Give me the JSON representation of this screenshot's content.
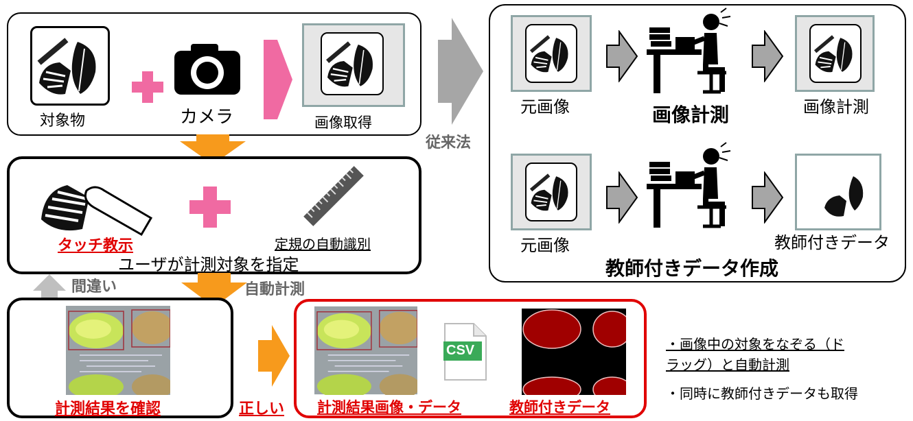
{
  "capture": {
    "object_label": "対象物",
    "camera_label": "カメラ",
    "acquired_label": "画像取得"
  },
  "conventional": {
    "method_label": "従来法",
    "row1": {
      "source_label": "元画像",
      "action_label": "画像計測",
      "result_label": "画像計測"
    },
    "row2": {
      "source_label": "元画像",
      "result_label": "教師付きデータ"
    },
    "footer_label": "教師付きデータ作成"
  },
  "user_input": {
    "touch_label": "タッチ教示",
    "ruler_label": "定規の自動識別",
    "caption": "ユーザが計測対象を指定"
  },
  "flow": {
    "wrong_label": "間違い",
    "auto_label": "自動計測",
    "correct_label": "正しい"
  },
  "confirm": {
    "label": "計測結果を確認"
  },
  "output": {
    "result_label": "計測結果画像・データ",
    "teacher_label": "教師付きデータ",
    "csv_text": "CSV"
  },
  "notes": {
    "line1a": "・画像中の対象をなぞる（ド",
    "line1b": "ラッグ）と自動計測",
    "line2": "・同時に教師付きデータも取得"
  },
  "colors": {
    "orange": "#f79a1c",
    "pink": "#f06aa2",
    "gray_arrow": "#a6a6a6",
    "red": "#e00000",
    "thumb_border": "#8fa6a6"
  }
}
